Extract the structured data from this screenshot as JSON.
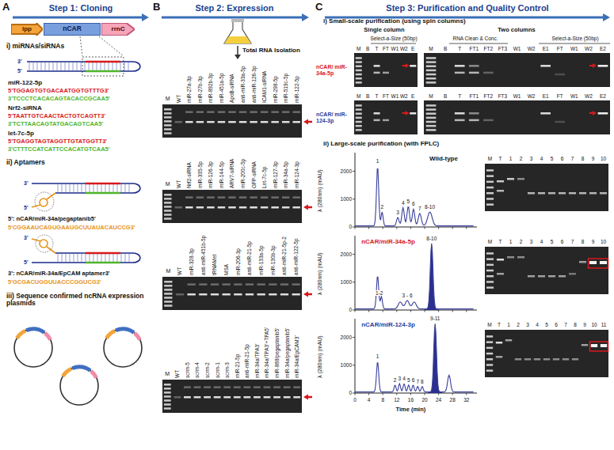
{
  "diagram": {
    "nodes": [
      {
        "text": [
          "Step 1: Cloning"
        ]
      },
      {
        "text": [
          "lpp"
        ]
      },
      {
        "text": [
          "nCAR"
        ]
      },
      {
        "text": [
          "rrnC"
        ]
      },
      {
        "text": [
          "Step 2: Expression"
        ]
      },
      {
        "text": [
          "Step 3: Purification and Quality Control"
        ]
      }
    ],
    "labels": [
      "A",
      "i) miRNAs/siRNAs",
      "3'",
      "5'",
      "miR-122-5p",
      "5'TGGAGTGTGACAATGGTGTTTG3'",
      "3'TCCCTCACACAGTACACCGCAA5'",
      "Nrf2-siRNA",
      "5'TAATTGTCAACTACTGTCAGTT3'",
      "3'TCTTAACAGTATGACAGTCAA5'",
      "let-7c-5p",
      "5'TGAGGTAGTAGGTTGTATGGTT3'",
      "3'CTTTCCATCATTCCACATGTCAA5'",
      "ii) Aptamers",
      "3'",
      "5'",
      "5': nCAR/miR-34a/pegaptanib5'",
      "5'CGGAAUCAGUGAAUGCUUAUACAUCCG3'",
      "3'",
      "5'",
      "3': nCAR/miR-34a/EpCAM aptamer3'",
      "5'GCGACUGGUUACCCGGUCG3'",
      "iii) Sequence confirmed ncRNA expression plasmids",
      "B",
      "Total RNA Isolation",
      "M",
      "WT",
      "miR-27a-3p",
      "miR-27b-3p",
      "miR-892b-3p",
      "miR-451a-5p",
      "ApoB-siRNA",
      "anti-miR-33a-5p",
      "anti-miR-126-3p",
      "ICAM1-siRNA",
      "miR-298-5p",
      "miR-519c-5p",
      "miR-122-5p",
      "M",
      "WT",
      "Nrf2-siRNA",
      "miR-335-5p",
      "miR-126-3p",
      "miR-144-5p",
      "ARV7-siRNA",
      "miR-200c-5p",
      "GFP-siRNA",
      "Let-7c-5p",
      "miR-127-3p",
      "miR-34a-5p",
      "miR-124-3p",
      "M",
      "WT",
      "miR-328-3p",
      "anti-miR-451b-5p",
      "tRNAMet",
      "MSA",
      "miR-206-3p",
      "anti-miR-21-5p",
      "miR-133a-5p",
      "miR-130b-3p",
      "anti-miR-21-5p-2",
      "anti-miR-122-5p",
      "M",
      "WT",
      "scrm-5",
      "scrm-4",
      "scrm-2",
      "scrm-1",
      "scrm-3",
      "miR-21-5p",
      "anti-miR-21-5p",
      "miR-34a/TPA3'",
      "miR-34a/TPA3'+TPA5'",
      "miR-888/pegaptanib5'",
      "miR-34a/pegaptanib5'",
      "miR-34a/EpCAM3'",
      "C",
      "i) Small-scale purification (using spin columns)",
      "Single column",
      "Two columns",
      "Select-a-Size (50bp)",
      "RNA Clean & Conc.",
      "Select-a-Size (50bp)",
      "nCAR/ miR-34a-5p",
      "M",
      "B",
      "T",
      "FT",
      "W1",
      "W2",
      "E",
      "M",
      "B",
      "T",
      "FT1",
      "FT2",
      "FT3",
      "W1",
      "W2",
      "E1",
      "FT",
      "W1",
      "W2",
      "E2",
      "nCAR/ miR-124-3p",
      "M",
      "B",
      "T",
      "FT",
      "W1",
      "W2",
      "E",
      "M",
      "B",
      "T",
      "FT1",
      "FT2",
      "FT3",
      "W1",
      "W2",
      "E1",
      "FT",
      "W1",
      "W2",
      "E2",
      "ii) Large-scale purification (with FPLC)",
      "λ (280nm) (mAU)",
      "2000",
      "1000",
      "0",
      "Wild-type",
      "1",
      "2",
      "3",
      "4",
      "5",
      "6",
      "7",
      "8-10",
      "M",
      "T",
      "1",
      "2",
      "3",
      "4",
      "5",
      "6",
      "7",
      "8",
      "9",
      "10",
      "λ (280nm) (mAU)",
      "2000",
      "1000",
      "0",
      "nCAR/miR-34a-5p",
      "1-2",
      "3 - 6",
      "8-10",
      "M",
      "T",
      "1",
      "2",
      "3",
      "4",
      "5",
      "6",
      "7",
      "8",
      "9",
      "10",
      "λ (280nm) (mAU)",
      "2000",
      "1000",
      "0",
      "nCAR/miR-124-3p",
      "1",
      "2",
      "3",
      "4",
      "5",
      "6",
      "7",
      "8",
      "9-11",
      "M",
      "T",
      "1",
      "2",
      "3",
      "4",
      "5",
      "6",
      "7",
      "8",
      "9",
      "10",
      "11",
      "0",
      "4",
      "8",
      "12",
      "16",
      "20",
      "24",
      "28",
      "32",
      "Time (min)"
    ]
  }
}
